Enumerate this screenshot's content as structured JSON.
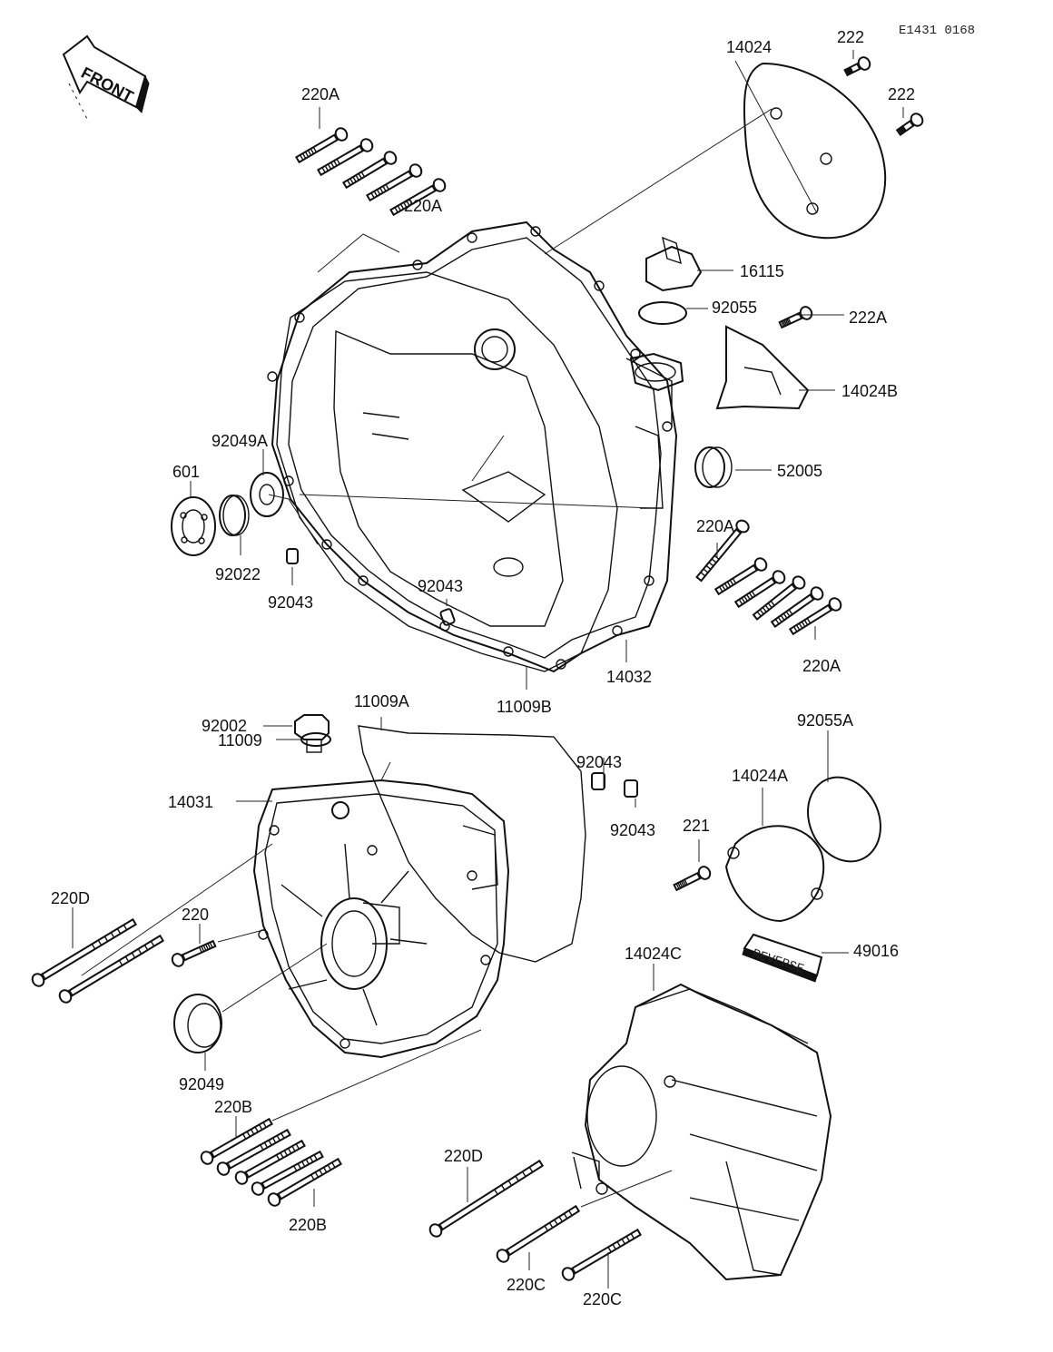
{
  "diagram": {
    "drawing_code": "E1431 0168",
    "front_label": "FRONT",
    "reverse_label": "REVERSE",
    "parts": [
      {
        "id": "p14024",
        "number": "14024"
      },
      {
        "id": "p222a_top",
        "number": "222"
      },
      {
        "id": "p222b_top",
        "number": "222"
      },
      {
        "id": "p220A_1",
        "number": "220A"
      },
      {
        "id": "p220A_2",
        "number": "220A"
      },
      {
        "id": "p16115",
        "number": "16115"
      },
      {
        "id": "p92055",
        "number": "92055"
      },
      {
        "id": "p222A",
        "number": "222A"
      },
      {
        "id": "p14024B",
        "number": "14024B"
      },
      {
        "id": "p92049A",
        "number": "92049A"
      },
      {
        "id": "p601",
        "number": "601"
      },
      {
        "id": "p52005",
        "number": "52005"
      },
      {
        "id": "p220A_3",
        "number": "220A"
      },
      {
        "id": "p92022",
        "number": "92022"
      },
      {
        "id": "p92043_1",
        "number": "92043"
      },
      {
        "id": "p92043_2",
        "number": "92043"
      },
      {
        "id": "p220A_4",
        "number": "220A"
      },
      {
        "id": "p14032",
        "number": "14032"
      },
      {
        "id": "p11009B",
        "number": "11009B"
      },
      {
        "id": "p92002",
        "number": "92002"
      },
      {
        "id": "p11009A",
        "number": "11009A"
      },
      {
        "id": "p92055A",
        "number": "92055A"
      },
      {
        "id": "p11009",
        "number": "11009"
      },
      {
        "id": "p92043_3",
        "number": "92043"
      },
      {
        "id": "p14024A",
        "number": "14024A"
      },
      {
        "id": "p14031",
        "number": "14031"
      },
      {
        "id": "p92043_4",
        "number": "92043"
      },
      {
        "id": "p221",
        "number": "221"
      },
      {
        "id": "p220D_1",
        "number": "220D"
      },
      {
        "id": "p220",
        "number": "220"
      },
      {
        "id": "p49016",
        "number": "49016"
      },
      {
        "id": "p14024C",
        "number": "14024C"
      },
      {
        "id": "p92049",
        "number": "92049"
      },
      {
        "id": "p220B_1",
        "number": "220B"
      },
      {
        "id": "p220D_2",
        "number": "220D"
      },
      {
        "id": "p220B_2",
        "number": "220B"
      },
      {
        "id": "p220C_1",
        "number": "220C"
      },
      {
        "id": "p220C_2",
        "number": "220C"
      }
    ]
  }
}
